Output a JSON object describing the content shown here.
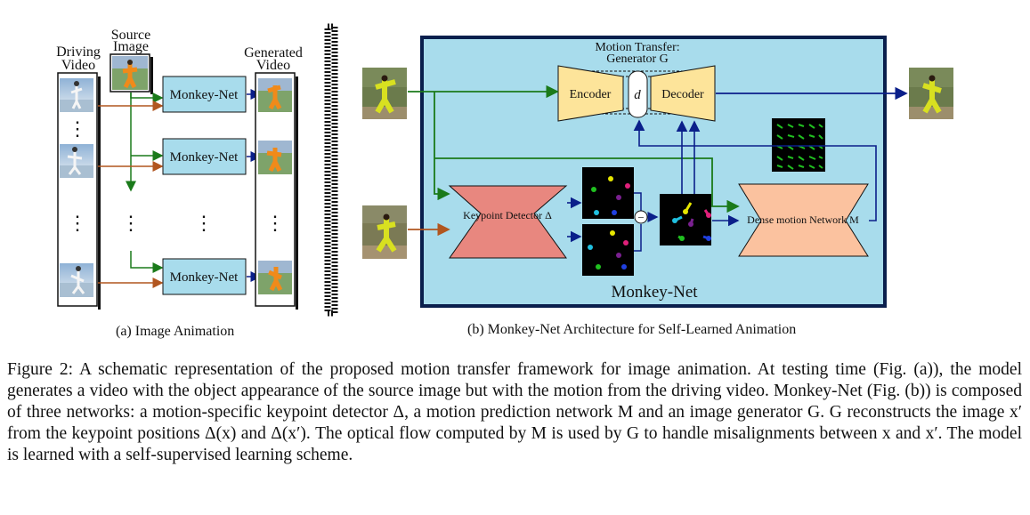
{
  "panel_a": {
    "driving_label_line1": "Driving",
    "driving_label_line2": "Video",
    "source_label_line1": "Source",
    "source_label_line2": "Image",
    "generated_label_line1": "Generated",
    "generated_label_line2": "Video",
    "net_label": "Monkey-Net",
    "ellipsis": "⋮",
    "caption": "(a) Image Animation"
  },
  "panel_b": {
    "generator_title_line1": "Motion Transfer:",
    "generator_title_line2": "Generator G",
    "encoder": "Encoder",
    "decoder": "Decoder",
    "d_symbol": "d",
    "keypoint_detector": "Keypoint Detector Δ",
    "dense_motion": "Dense motion Network M",
    "minus": "−",
    "frame_label": "Monkey-Net",
    "caption": "(b) Monkey-Net Architecture for Self-Learned Animation"
  },
  "figure_caption": "Figure 2: A schematic representation of the proposed motion transfer framework for image animation. At testing time (Fig. (a)), the model generates a video with the object appearance of the source image but with the motion from the driving video. Monkey-Net (Fig. (b)) is composed of three networks: a motion-specific keypoint detector Δ, a motion prediction network M and an image generator G. G reconstructs the image x′ from the keypoint positions Δ(x) and Δ(x′). The optical flow computed by M is used by G to handle misalignments between x and x′. The model is learned with a self-supervised learning scheme.",
  "colors": {
    "net_box": "#a8dcec",
    "arch_bg": "#a8dcec",
    "arch_border": "#0a1f4d",
    "encoder_fill": "#fde49a",
    "keypoint_fill": "#e8877f",
    "dense_fill": "#fbc29f",
    "green_arrow": "#1a7a1a",
    "brown_arrow": "#b1561f",
    "blue_arrow": "#0a1f8a"
  }
}
